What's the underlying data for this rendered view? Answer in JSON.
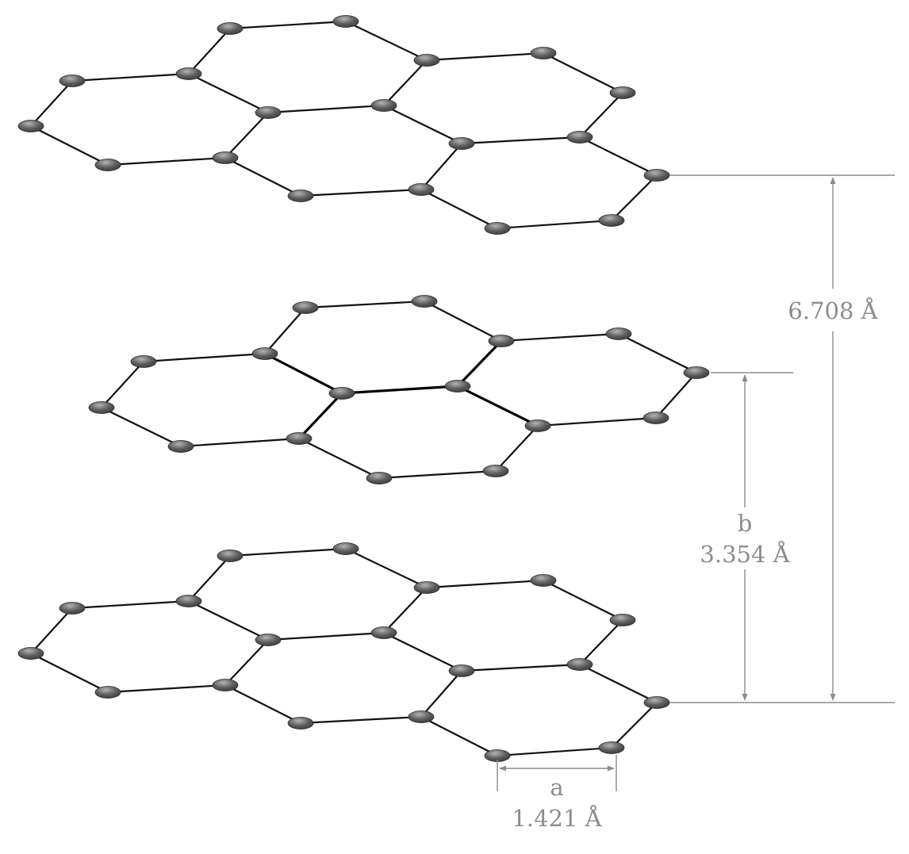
{
  "labels": {
    "interlayer_letter": "b",
    "interlayer_value": "3.354 Å",
    "total_value": "6.708 Å",
    "bond_letter": "a",
    "bond_value": "1.421 Å"
  },
  "colors": {
    "bond": "#111111",
    "dimension": "#8c8c8c",
    "atom_light": "#b4b4b4",
    "atom_dark": "#3a3a3a"
  },
  "layers": [
    {
      "name": "graphene-layer-top"
    },
    {
      "name": "graphene-layer-middle"
    },
    {
      "name": "graphene-layer-bottom"
    }
  ]
}
